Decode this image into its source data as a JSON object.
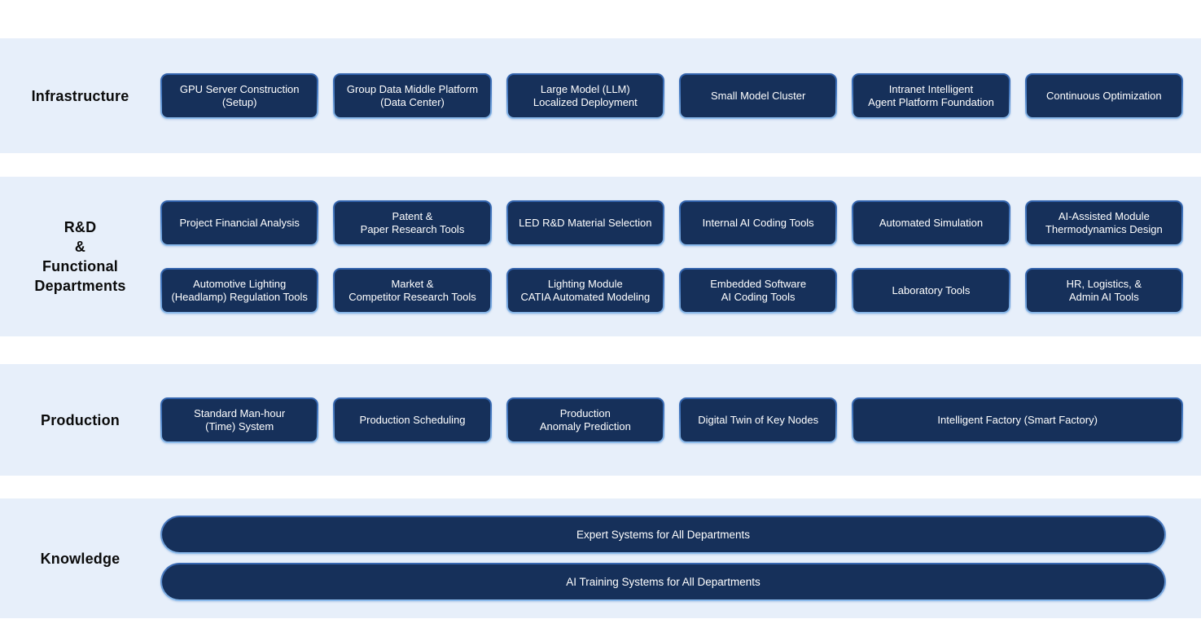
{
  "colors": {
    "page_background": "#ffffff",
    "band_background": "#e7effa",
    "node_fill": "#16305a",
    "node_border_top": "#2f60aa",
    "node_border_bottom": "#8dbcec",
    "node_text": "#ffffff",
    "row_label_text": "#0b0b0b"
  },
  "rows": {
    "infrastructure": {
      "label": "Infrastructure",
      "boxes": [
        "GPU Server Construction\n(Setup)",
        "Group Data Middle Platform\n(Data Center)",
        "Large Model (LLM)\nLocalized Deployment",
        "Small Model Cluster",
        "Intranet Intelligent\nAgent Platform Foundation",
        "Continuous Optimization"
      ]
    },
    "rnd": {
      "label": "R&D\n&\nFunctional\nDepartments",
      "boxes": [
        "Project Financial Analysis",
        "Patent &\nPaper Research Tools",
        "LED R&D Material Selection",
        "Internal AI Coding Tools",
        "Automated Simulation",
        "AI-Assisted Module\nThermodynamics Design",
        "Automotive Lighting\n(Headlamp) Regulation Tools",
        "Market &\nCompetitor Research Tools",
        "Lighting Module\nCATIA Automated Modeling",
        "Embedded Software\nAI Coding Tools",
        "Laboratory Tools",
        "HR, Logistics, &\nAdmin AI Tools"
      ]
    },
    "production": {
      "label": "Production",
      "boxes": [
        "Standard Man-hour\n(Time) System",
        "Production Scheduling",
        "Production\nAnomaly Prediction",
        "Digital Twin of Key Nodes",
        "Intelligent Factory (Smart Factory)"
      ]
    },
    "knowledge": {
      "label": "Knowledge",
      "bars": [
        "Expert Systems for All Departments",
        "AI Training Systems for All Departments"
      ]
    }
  }
}
